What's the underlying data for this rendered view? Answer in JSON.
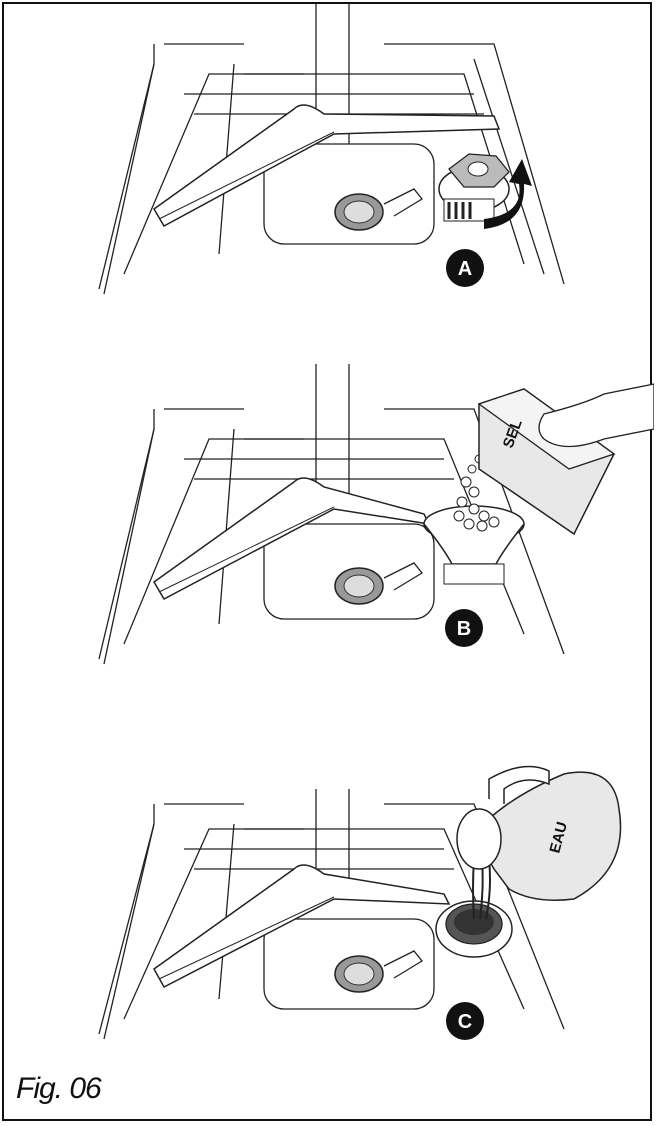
{
  "figure": {
    "label": "Fig. 06",
    "steps": [
      {
        "id": "A",
        "badge": "A"
      },
      {
        "id": "B",
        "badge": "B",
        "container_label": "SEL"
      },
      {
        "id": "C",
        "badge": "C",
        "container_label": "EAU"
      }
    ]
  },
  "colors": {
    "line": "#222222",
    "badge_fill": "#111111",
    "box_fill": "#e8e8e8",
    "background": "#ffffff"
  }
}
